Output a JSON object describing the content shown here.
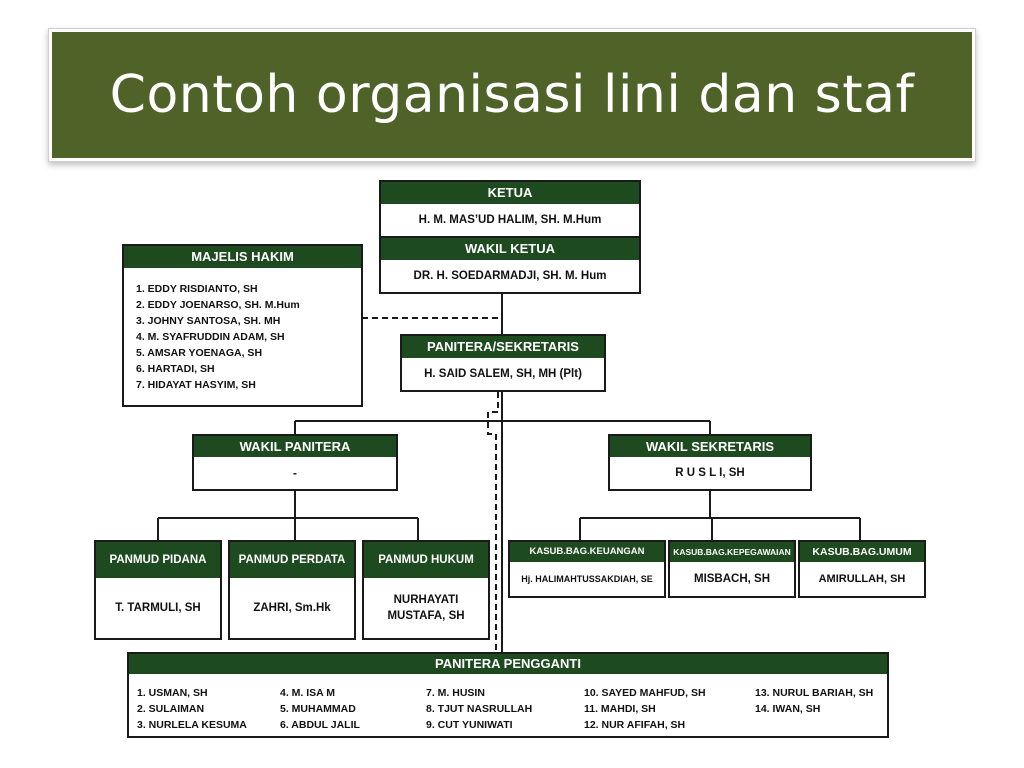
{
  "slide": {
    "title": "Contoh organisasi lini dan staf",
    "theme_color": "#4f6228",
    "header_color": "#1e4a20"
  },
  "org": {
    "ketua": {
      "title": "KETUA",
      "name": "H. M. MAS’UD HALIM, SH. M.Hum"
    },
    "wakil_ketua": {
      "title": "WAKIL  KETUA",
      "name": "DR. H. SOEDARMADJI, SH. M. Hum"
    },
    "majelis_hakim": {
      "title": "MAJELIS HAKIM",
      "members": [
        "1. EDDY RISDIANTO, SH",
        "2. EDDY JOENARSO, SH. M.Hum",
        "3. JOHNY SANTOSA, SH. MH",
        "4. M. SYAFRUDDIN ADAM, SH",
        "5. AMSAR YOENAGA, SH",
        "6. HARTADI, SH",
        "7. HIDAYAT HASYIM, SH"
      ]
    },
    "panitera_sekretaris": {
      "title": "PANITERA/SEKRETARIS",
      "name": "H. SAID SALEM, SH, MH (Plt)"
    },
    "wakil_panitera": {
      "title": "WAKIL PANITERA",
      "name": "-"
    },
    "wakil_sekretaris": {
      "title": "WAKIL SEKRETARIS",
      "name": "R U S L I, SH"
    },
    "panmud_pidana": {
      "title": "PANMUD PIDANA",
      "name": "T. TARMULI, SH"
    },
    "panmud_perdata": {
      "title": "PANMUD PERDATA",
      "name": "ZAHRI, Sm.Hk"
    },
    "panmud_hukum": {
      "title": "PANMUD HUKUM",
      "name_line1": "NURHAYATI",
      "name_line2": "MUSTAFA, SH"
    },
    "kasub_keuangan": {
      "title": "KASUB.BAG.KEUANGAN",
      "name": "Hj. HALIMAHTUSSAKDIAH, SE"
    },
    "kasub_kepegawaian": {
      "title": "KASUB.BAG.KEPEGAWAIAN",
      "name": "MISBACH, SH"
    },
    "kasub_umum": {
      "title": "KASUB.BAG.UMUM",
      "name": "AMIRULLAH, SH"
    },
    "panitera_pengganti": {
      "title": "PANITERA  PENGGANTI",
      "columns": [
        [
          "1. USMAN, SH",
          "2. SULAIMAN",
          "3. NURLELA KESUMA"
        ],
        [
          "4. M. ISA M",
          "5. MUHAMMAD",
          "6. ABDUL JALIL"
        ],
        [
          "7. M. HUSIN",
          "8. TJUT NASRULLAH",
          "9. CUT YUNIWATI"
        ],
        [
          "10. SAYED MAHFUD, SH",
          "11. MAHDI, SH",
          "12.  NUR AFIFAH, SH"
        ],
        [
          "13. NURUL BARIAH, SH",
          "14. IWAN, SH"
        ]
      ]
    }
  }
}
